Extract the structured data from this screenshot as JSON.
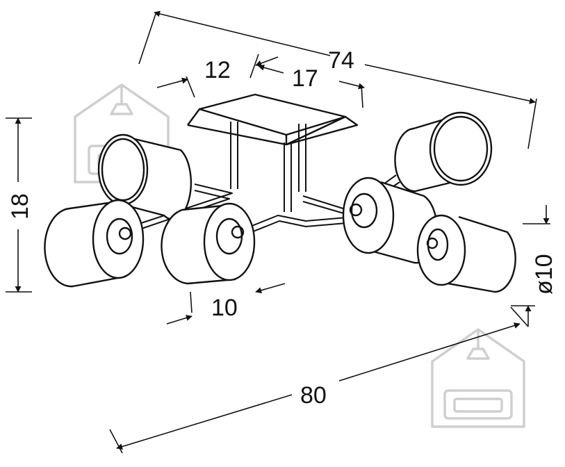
{
  "dimensions": {
    "width_overall": "74",
    "arm_offset": "12",
    "plate": "17",
    "height": "18",
    "shade_length": "10",
    "diameter": "ø10",
    "total_span": "80"
  },
  "colors": {
    "line": "#111111",
    "watermark": "#cfcfcf",
    "background": "#ffffff"
  },
  "icons": {
    "watermark": "house-with-lamp-and-sofa-icon"
  }
}
